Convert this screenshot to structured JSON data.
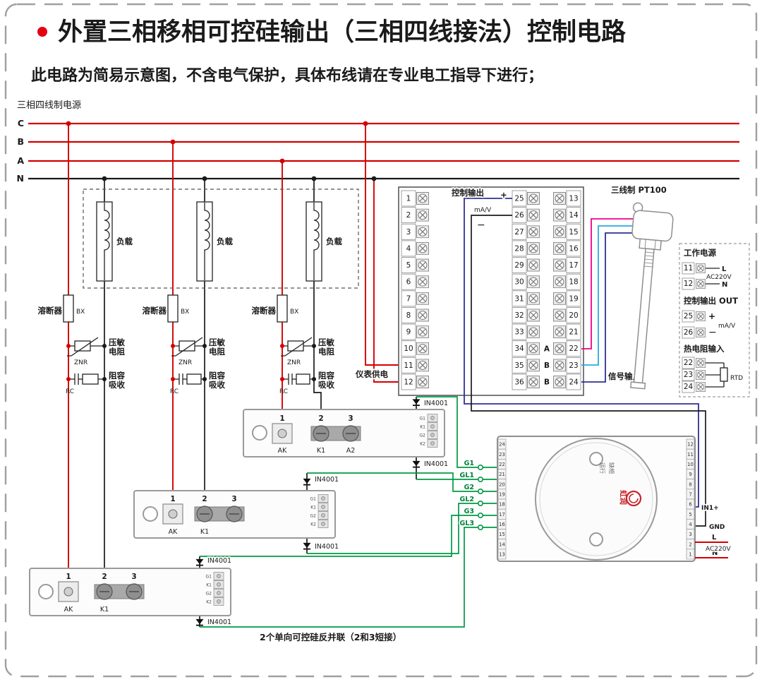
{
  "title": {
    "text": "外置三相移相可控硅输出（三相四线接法）控制电路"
  },
  "subtitle": "此电路为简易示意图，不含电气保护，具体布线请在专业电工指导下进行；",
  "power": {
    "label": "三相四线制电源",
    "c": "C",
    "b": "B",
    "a": "A",
    "n": "N"
  },
  "branch": {
    "fuse": "溶断器",
    "fuse_code": "BX",
    "var_l1": "压敏",
    "var_l2": "电阻",
    "var_code": "ZNR",
    "rc_l1": "阻容",
    "rc_l2": "吸收",
    "rc_code": "RC",
    "load": "负载"
  },
  "panel": {
    "left_numbers": [
      "1",
      "2",
      "3",
      "4",
      "5",
      "6",
      "7",
      "8",
      "9",
      "10",
      "11",
      "12"
    ],
    "mid_numbers": [
      "25",
      "26",
      "27",
      "28",
      "29",
      "30",
      "31",
      "32",
      "33",
      "34",
      "35",
      "36"
    ],
    "right_numbers": [
      "13",
      "14",
      "15",
      "16",
      "17",
      "18",
      "19",
      "20",
      "21",
      "22",
      "23",
      "24"
    ],
    "letters": [
      "A",
      "B",
      "B"
    ],
    "supply_label": "仪表供电",
    "ctrl_label": "控制输出",
    "ctrl_plus": "+",
    "ctrl_unit": "mA/V",
    "ctrl_minus": "−",
    "signal_label": "信号输入"
  },
  "sensor": {
    "label": "三线制 PT100"
  },
  "legend": {
    "work_title": "工作电源",
    "work_n1": "11",
    "work_l": "L",
    "work_ac": "AC220V",
    "work_n2": "12",
    "work_n": "N",
    "out_title": "控制输出 OUT",
    "out_n1": "25",
    "out_plus": "+",
    "out_unit": "mA/V",
    "out_n2": "26",
    "out_minus": "−",
    "rtd_title": "热电阻输入",
    "rtd_n1": "22",
    "rtd_n2": "23",
    "rtd_n3": "24",
    "rtd_tag": "RTD"
  },
  "scr_modules": [
    {
      "terminals": [
        "1",
        "2",
        "3"
      ],
      "labels": [
        "AK",
        "K1",
        "A2"
      ],
      "strip": [
        "G1",
        "K1",
        "G2",
        "K2"
      ]
    },
    {
      "terminals": [
        "1",
        "2",
        "3"
      ],
      "labels": [
        "AK",
        "K1"
      ],
      "strip": [
        "G1",
        "K1",
        "G2",
        "K2"
      ]
    },
    {
      "terminals": [
        "1",
        "2",
        "3"
      ],
      "labels": [
        "AK",
        "K1"
      ],
      "strip": [
        "G1",
        "K1",
        "G2",
        "K2"
      ]
    }
  ],
  "diode_label": "IN4001",
  "gates": [
    "G1",
    "GL1",
    "G2",
    "GL2",
    "G3",
    "GL3"
  ],
  "trigger": {
    "left_terminals": [
      "24",
      "23",
      "22",
      "21",
      "20",
      "19",
      "18",
      "17",
      "16",
      "15",
      "14",
      "13"
    ],
    "right_terminals": [
      "12",
      "11",
      "10",
      "9",
      "8",
      "7",
      "6",
      "5",
      "4",
      "3",
      "2",
      "1"
    ],
    "indicator_run": "运行",
    "indicator_phase": "缺相",
    "brand": "虹润",
    "in_label": "IN1+",
    "gnd_label": "GND",
    "l_label": "L",
    "n_label": "N",
    "ac_label": "AC220V"
  },
  "footnote": "2个单向可控硅反并联（2和3短接）",
  "colors": {
    "red": "#d40000",
    "green": "#009a44",
    "blue": "#2e3192",
    "magenta": "#ec008c",
    "cyan": "#29abe2",
    "black": "#1a1a1a",
    "brand_red": "#c8242b"
  }
}
